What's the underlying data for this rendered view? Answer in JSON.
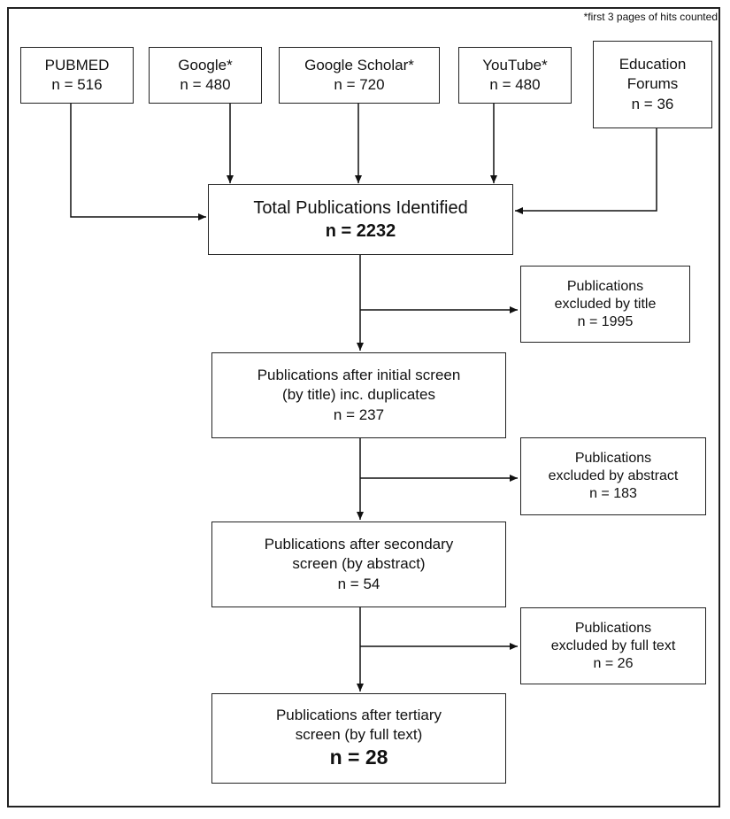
{
  "note": "*first 3 pages of hits counted",
  "sources": [
    {
      "name": "PUBMED",
      "count": "n = 516"
    },
    {
      "name": "Google*",
      "count": "n = 480"
    },
    {
      "name": "Google Scholar*",
      "count": "n = 720"
    },
    {
      "name": "YouTube*",
      "count": "n =  480"
    },
    {
      "name": "Education",
      "name2": "Forums",
      "count": "n = 36"
    }
  ],
  "total": {
    "line1": "Total Publications Identified",
    "count": "n = 2232"
  },
  "stages": [
    {
      "line1": "Publications after initial screen",
      "line2": "(by title) inc. duplicates",
      "count": "n = 237"
    },
    {
      "line1": "Publications after secondary",
      "line2": "screen (by abstract)",
      "count": "n = 54"
    },
    {
      "line1": "Publications after tertiary",
      "line2": "screen (by full text)",
      "count": "n = 28"
    }
  ],
  "exclusions": [
    {
      "line1": "Publications",
      "line2": "excluded by title",
      "count": "n = 1995"
    },
    {
      "line1": "Publications",
      "line2": "excluded by abstract",
      "count": "n = 183"
    },
    {
      "line1": "Publications",
      "line2": "excluded by full text",
      "count": "n = 26"
    }
  ]
}
